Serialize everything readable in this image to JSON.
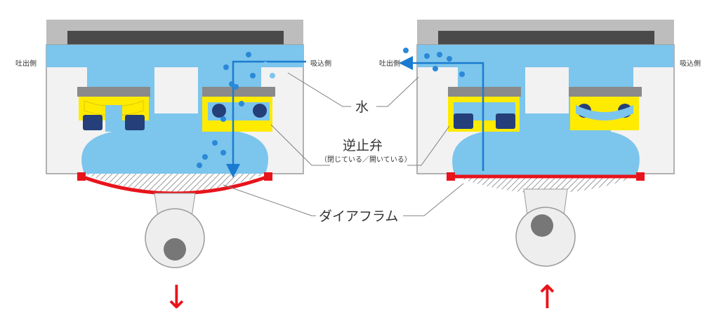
{
  "labels": {
    "left_pump": {
      "outlet": "吐出側",
      "inlet": "吸込側"
    },
    "right_pump": {
      "outlet": "吐出側",
      "inlet": "吸込側"
    },
    "water": "水",
    "check_valve": "逆止弁",
    "check_valve_note": "（閉じている／開いている）",
    "diaphragm": "ダイアフラム"
  },
  "motion": {
    "left_arrow": "↓",
    "right_arrow": "↑"
  },
  "colors": {
    "water": "#7cc5ec",
    "flow_arrow": "#1a7cd0",
    "droplet": "#2a88d8",
    "valve_seat": "#ffeb00",
    "valve_flap": "#243f7a",
    "valve_cap": "#8a8a8a",
    "housing": "#f2f2f2",
    "housing_stroke": "#9a9a9a",
    "top_plate": "#bdbdbd",
    "top_plate_inner": "#4a4a4a",
    "diaphragm": "#e8141c",
    "crank": "#eeeeee",
    "crank_hub": "#777777",
    "callout_line": "#808080"
  }
}
